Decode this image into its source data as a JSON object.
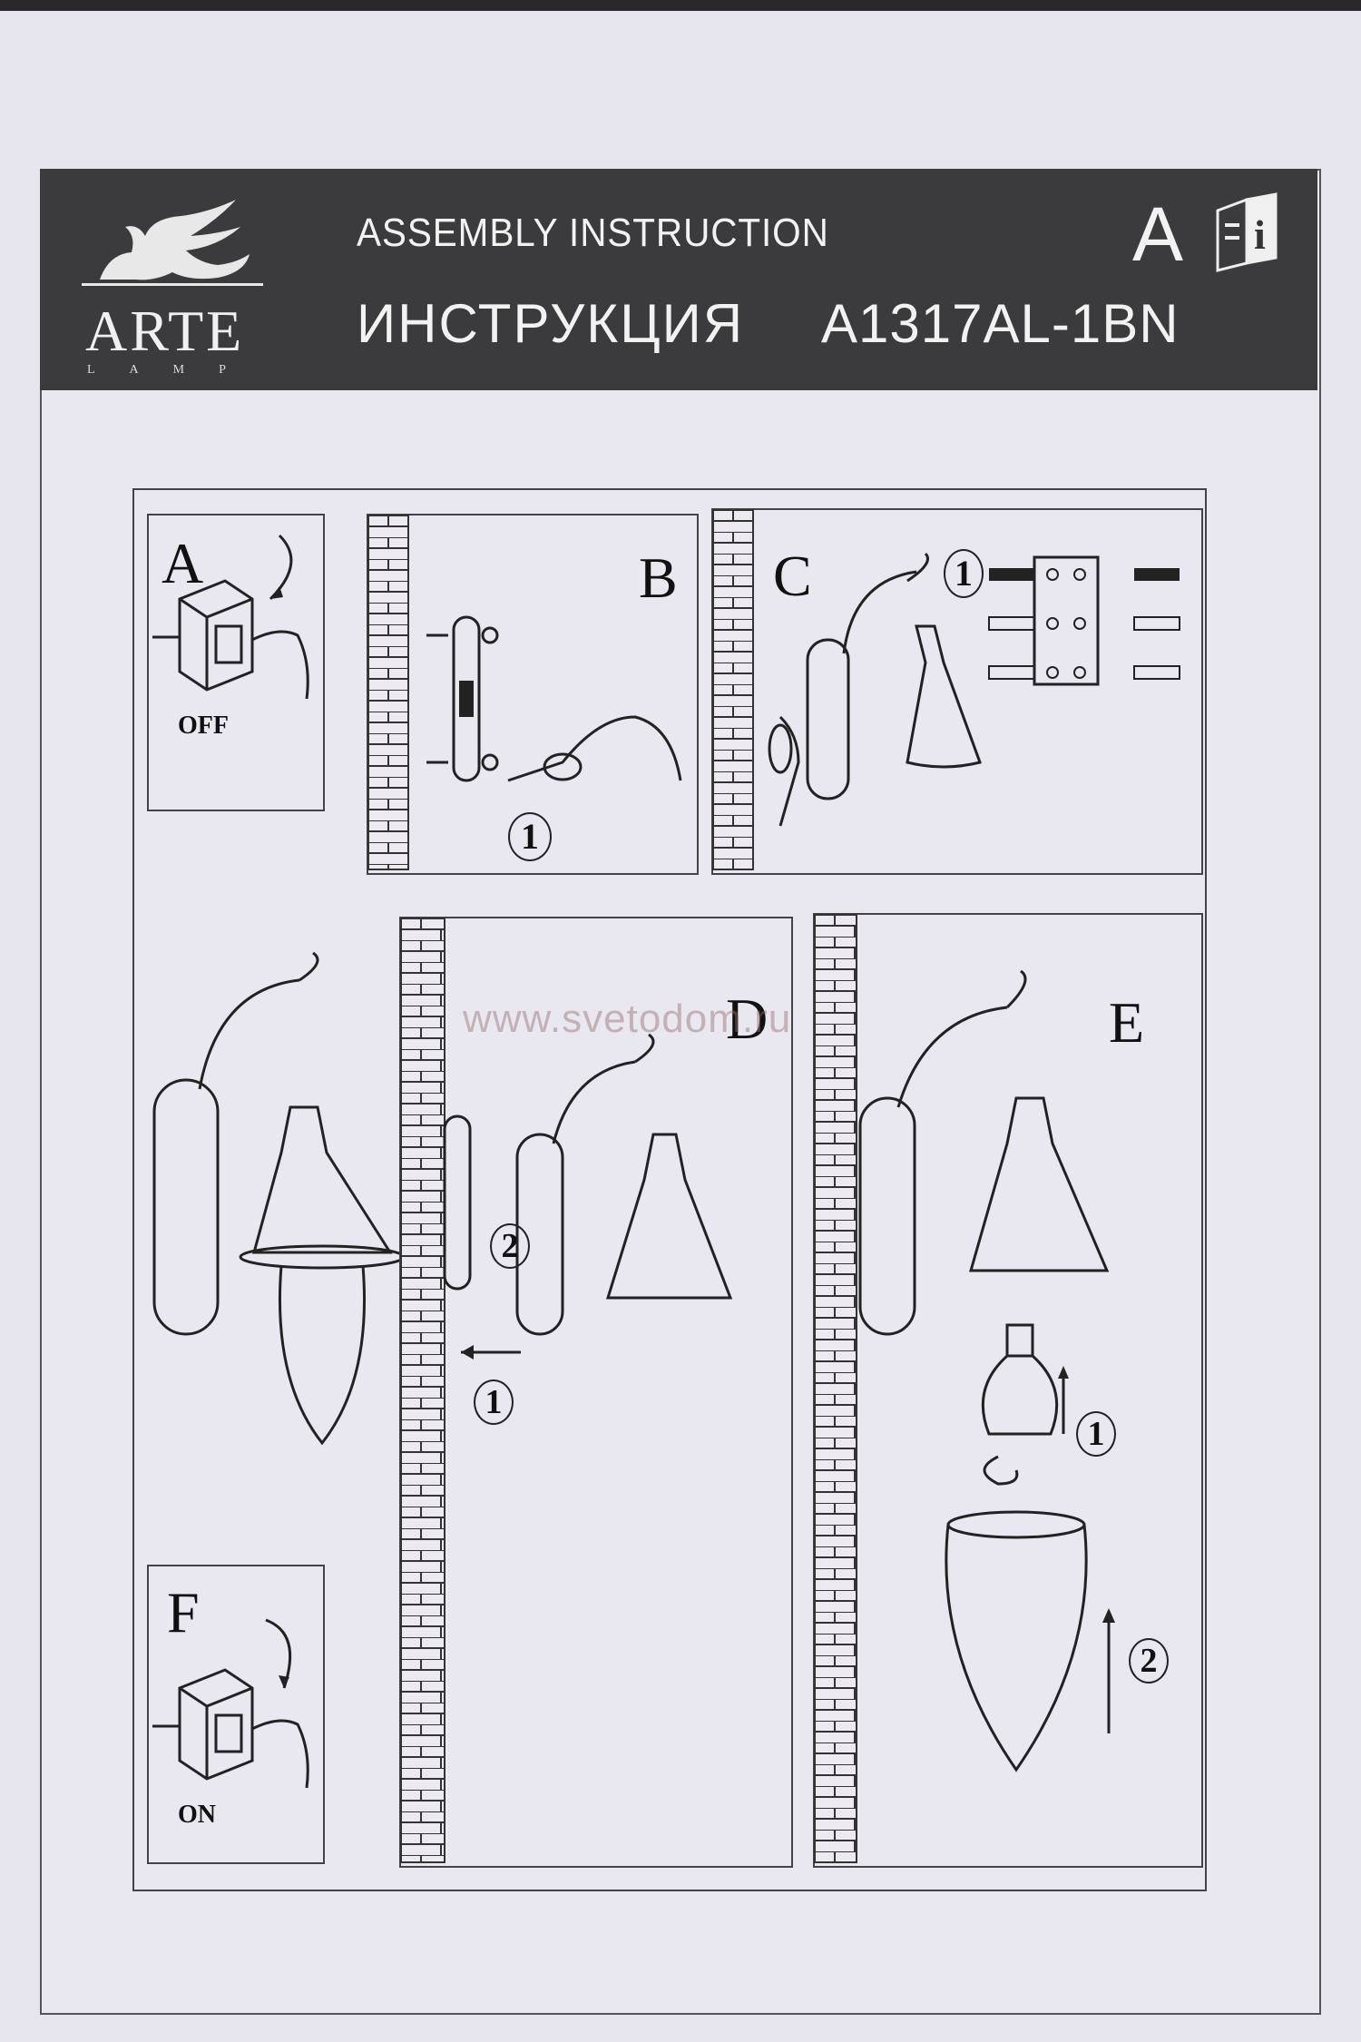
{
  "header": {
    "logo_text": "ARTE",
    "logo_sub": "LAMP",
    "title_en": "ASSEMBLY INSTRUCTION",
    "title_ru": "ИНСТРУКЦИЯ",
    "model": "A1317AL-1BN",
    "language_letter": "A",
    "info_icon": "manual-info-icon"
  },
  "watermark": "www.svetodom.ru",
  "steps": {
    "a": {
      "label": "A",
      "state": "OFF"
    },
    "b": {
      "label": "B",
      "step_no": "1"
    },
    "c": {
      "label": "C",
      "step_no": "1"
    },
    "d": {
      "label": "D",
      "step_no_1": "1",
      "step_no_2": "2"
    },
    "e": {
      "label": "E",
      "step_no_1": "1",
      "step_no_2": "2"
    },
    "f": {
      "label": "F",
      "state": "ON"
    }
  }
}
